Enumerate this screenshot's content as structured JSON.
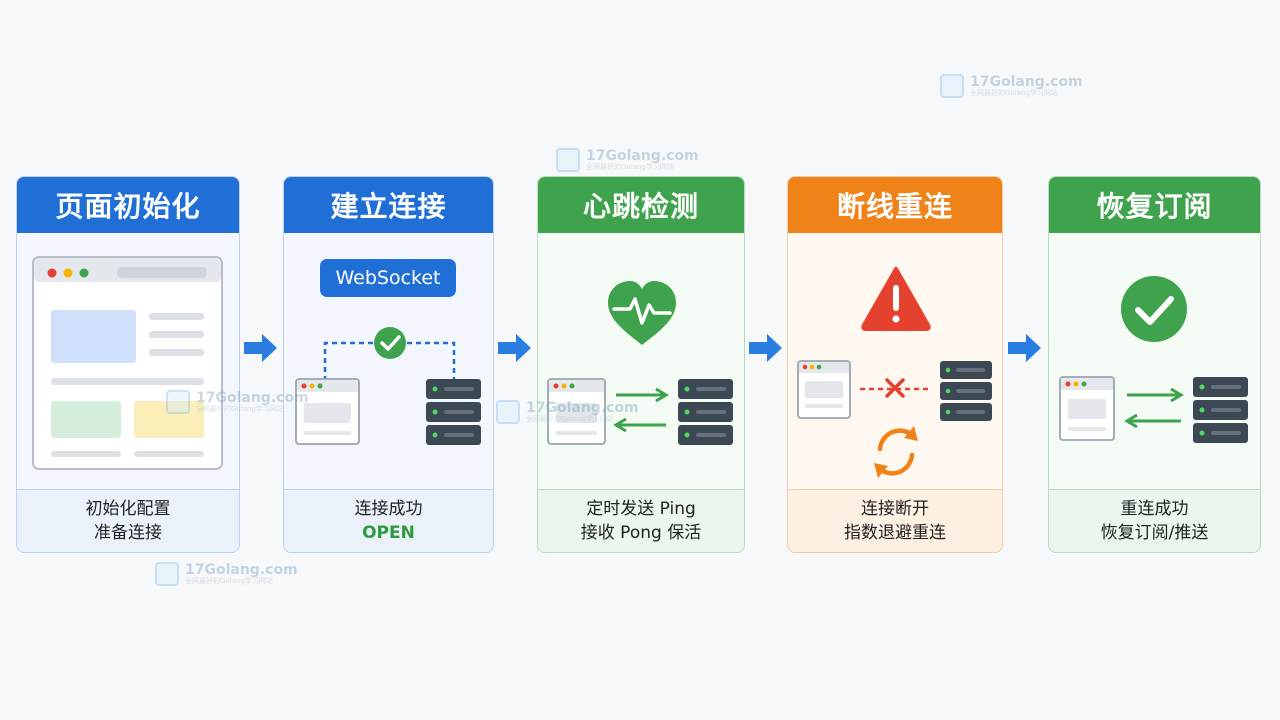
{
  "watermark": {
    "name": "17Golang.com",
    "sub": "全网最好的Golang学习网站"
  },
  "steps": [
    {
      "title": "页面初始化",
      "desc_line1": "初始化配置",
      "desc_line2": "准备连接"
    },
    {
      "title": "建立连接",
      "badge": "WebSocket",
      "desc_line1": "连接成功",
      "desc_line2": "OPEN"
    },
    {
      "title": "心跳检测",
      "desc_line1": "定时发送 Ping",
      "desc_line2": "接收 Pong 保活"
    },
    {
      "title": "断线重连",
      "desc_line1": "连接断开",
      "desc_line2": "指数退避重连"
    },
    {
      "title": "恢复订阅",
      "desc_line1": "重连成功",
      "desc_line2": "恢复订阅/推送"
    }
  ],
  "colors": {
    "blue": "#1f6fd6",
    "green": "#3fa34d",
    "orange": "#f0821a",
    "red": "#e5412f",
    "arrow": "#2a7de1"
  }
}
